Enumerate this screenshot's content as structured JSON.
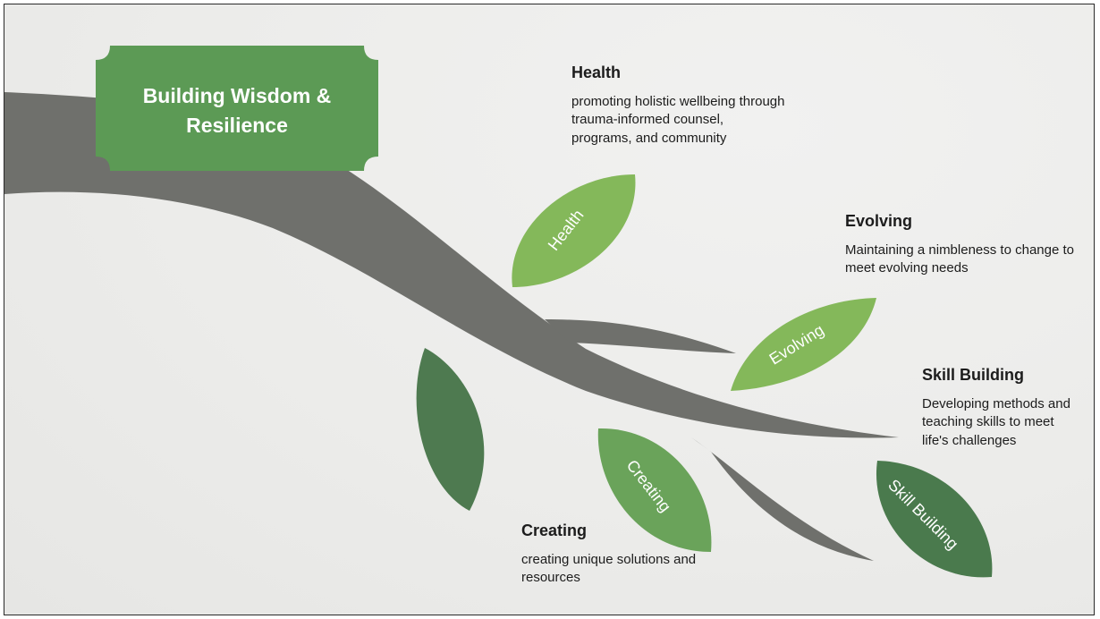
{
  "title": "Building Wisdom & Resilience",
  "sections": {
    "health": {
      "heading": "Health",
      "description": "promoting holistic wellbeing through trauma-informed counsel, programs, and community",
      "leaf_label": "Health"
    },
    "evolving": {
      "heading": "Evolving",
      "description": "Maintaining a nimbleness to change to meet evolving needs",
      "leaf_label": "Evolving"
    },
    "skill_building": {
      "heading": "Skill Building",
      "description": "Developing methods and teaching skills to meet life's challenges",
      "leaf_label": "Skill Building"
    },
    "creating": {
      "heading": "Creating",
      "description": "creating unique solutions and resources",
      "leaf_label": "Creating"
    }
  },
  "colors": {
    "branch": "#6f706c",
    "plaque": "#5c9a55",
    "leaf_light": "#84b85a",
    "leaf_mid": "#6aa35a",
    "leaf_dark": "#4e7a50",
    "leaf_darkest": "#4a7a4d"
  }
}
